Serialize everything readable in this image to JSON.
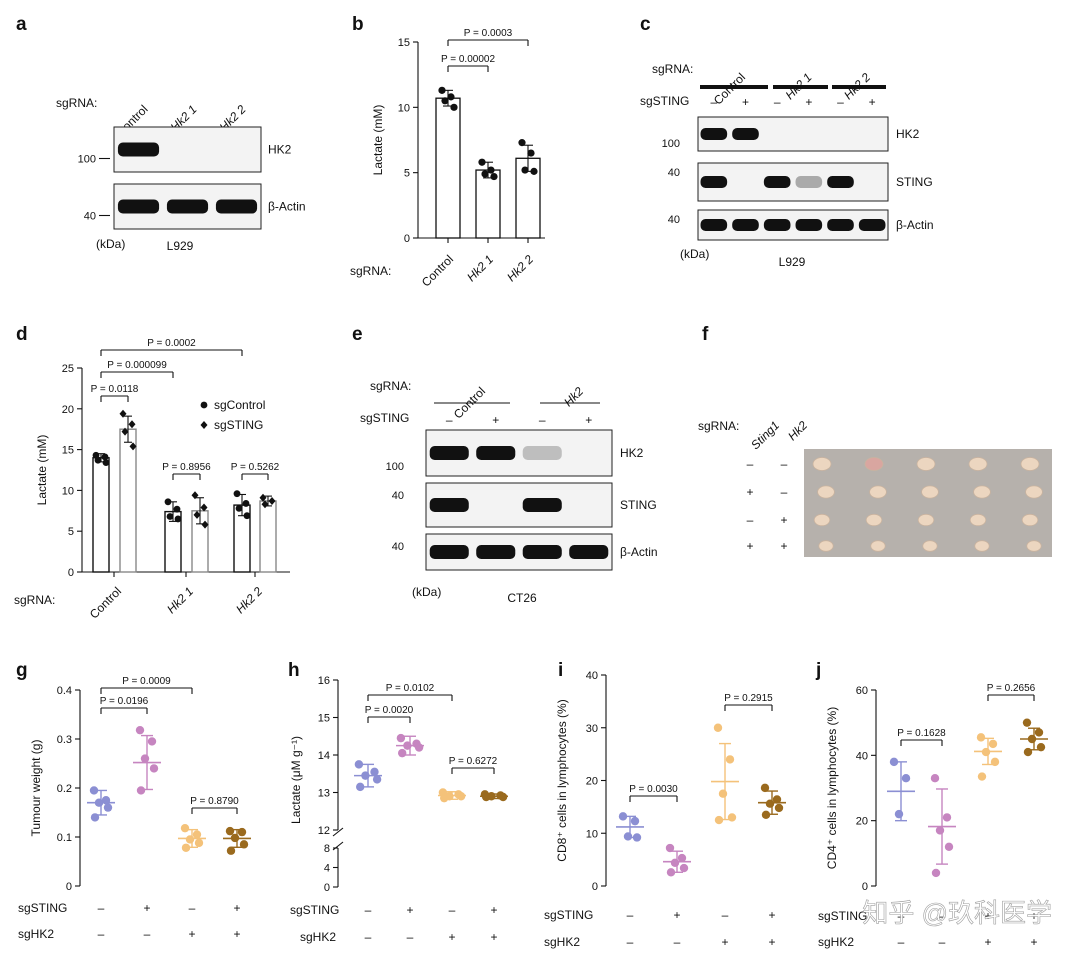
{
  "watermark": "知乎 @玖科医学",
  "chart_data": [
    {
      "panel": "a",
      "type": "blot",
      "row_label": "sgRNA:",
      "lanes": [
        {
          "text": "Control",
          "italic": false
        },
        {
          "text": "Hk2 1",
          "italic": true
        },
        {
          "text": "Hk2 2",
          "italic": true
        }
      ],
      "bands": [
        {
          "name": "HK2",
          "marker": "100",
          "intensity": [
            1,
            0,
            0
          ]
        },
        {
          "name": "β-Actin",
          "marker": "40",
          "intensity": [
            1,
            1,
            1
          ]
        }
      ],
      "unit": "(kDa)",
      "cell_line": "L929"
    },
    {
      "panel": "b",
      "type": "bar",
      "ylabel": "Lactate (mM)",
      "ylim": [
        0,
        15
      ],
      "yticks": [
        0,
        5,
        10,
        15
      ],
      "row_label": "sgRNA:",
      "categories": [
        {
          "text": "Control",
          "italic": false
        },
        {
          "text": "Hk2 1",
          "italic": true
        },
        {
          "text": "Hk2 2",
          "italic": true
        }
      ],
      "values": [
        10.7,
        5.2,
        6.1
      ],
      "errors": [
        0.6,
        0.6,
        1.0
      ],
      "points": [
        [
          11.3,
          10.8,
          10.5,
          10.0
        ],
        [
          5.8,
          5.2,
          4.9,
          4.7
        ],
        [
          7.3,
          6.5,
          5.2,
          5.1
        ]
      ],
      "comparisons": [
        {
          "from": 0,
          "to": 1,
          "text": "P = 0.00002"
        },
        {
          "from": 0,
          "to": 2,
          "text": "P = 0.0003"
        }
      ]
    },
    {
      "panel": "c",
      "type": "blot",
      "row_label": "sgRNA:",
      "row_label2": "sgSTING",
      "groups": [
        {
          "text": "Control",
          "italic": false
        },
        {
          "text": "Hk2 1",
          "italic": true
        },
        {
          "text": "Hk2 2",
          "italic": true
        }
      ],
      "sting_signs": [
        "–",
        "+",
        "–",
        "+",
        "–",
        "+"
      ],
      "bands": [
        {
          "name": "HK2",
          "marker": "100",
          "intensity": [
            1,
            1,
            0,
            0,
            0,
            0
          ]
        },
        {
          "name": "STING",
          "marker": "40",
          "intensity": [
            1,
            0,
            1,
            0.2,
            1,
            0
          ]
        },
        {
          "name": "β-Actin",
          "marker": "40",
          "intensity": [
            1,
            1,
            1,
            1,
            1,
            1
          ]
        }
      ],
      "unit": "(kDa)",
      "cell_line": "L929"
    },
    {
      "panel": "d",
      "type": "bar",
      "ylabel": "Lactate (mM)",
      "ylim": [
        0,
        25
      ],
      "yticks": [
        0,
        5,
        10,
        15,
        20,
        25
      ],
      "row_label": "sgRNA:",
      "categories": [
        {
          "text": "Control",
          "italic": false
        },
        {
          "text": "Hk2 1",
          "italic": true
        },
        {
          "text": "Hk2 2",
          "italic": true
        }
      ],
      "series": [
        {
          "name": "sgControl",
          "values": [
            14.0,
            7.4,
            8.2
          ],
          "errors": [
            0.5,
            1.2,
            1.3
          ],
          "points": [
            [
              14.3,
              14.1,
              13.7,
              13.4
            ],
            [
              8.6,
              7.7,
              6.8,
              6.5
            ],
            [
              9.6,
              8.4,
              7.8,
              6.9
            ]
          ]
        },
        {
          "name": "sgSTING",
          "values": [
            17.5,
            7.5,
            8.7
          ],
          "errors": [
            1.6,
            1.6,
            0.6
          ],
          "points": [
            [
              19.4,
              18.1,
              17.2,
              15.4
            ],
            [
              9.4,
              7.9,
              7.0,
              5.8
            ],
            [
              9.1,
              8.7,
              8.3
            ]
          ]
        }
      ],
      "comparisons": [
        {
          "from": [
            0,
            0
          ],
          "to": [
            0,
            1
          ],
          "text": "P = 0.0118"
        },
        {
          "from": [
            0,
            0
          ],
          "to": [
            1,
            0
          ],
          "text": "P = 0.000099"
        },
        {
          "from": [
            0,
            0
          ],
          "to": [
            2,
            0
          ],
          "text": "P = 0.0002"
        },
        {
          "from": [
            1,
            0
          ],
          "to": [
            1,
            1
          ],
          "text": "P = 0.8956"
        },
        {
          "from": [
            2,
            0
          ],
          "to": [
            2,
            1
          ],
          "text": "P = 0.5262"
        }
      ]
    },
    {
      "panel": "e",
      "type": "blot",
      "row_label": "sgRNA:",
      "row_label2": "sgSTING",
      "groups": [
        {
          "text": "Control",
          "italic": false
        },
        {
          "text": "Hk2",
          "italic": true
        }
      ],
      "sting_signs": [
        "–",
        "+",
        "–",
        "+"
      ],
      "bands": [
        {
          "name": "HK2",
          "marker": "100",
          "intensity": [
            1,
            1,
            0.1,
            0
          ]
        },
        {
          "name": "STING",
          "marker": "40",
          "intensity": [
            1,
            0,
            1,
            0
          ]
        },
        {
          "name": "β-Actin",
          "marker": "40",
          "intensity": [
            1,
            1,
            1,
            1
          ]
        }
      ],
      "unit": "(kDa)",
      "cell_line": "CT26"
    },
    {
      "panel": "f",
      "type": "photo",
      "row_label": "sgRNA:",
      "columns": [
        {
          "text": "Sting1",
          "italic": true
        },
        {
          "text": "Hk2",
          "italic": true
        }
      ],
      "rows": [
        [
          "–",
          "–"
        ],
        [
          "+",
          "–"
        ],
        [
          "–",
          "+"
        ],
        [
          "+",
          "+"
        ]
      ],
      "tumours_per_row": 5
    },
    {
      "panel": "g",
      "type": "scatter",
      "ylabel": "Tumour weight (g)",
      "ylim": [
        0,
        0.4
      ],
      "yticks": [
        "0",
        "0.1",
        "0.2",
        "0.3",
        "0.4"
      ],
      "row_labels": [
        "sgSTING",
        "sgHK2"
      ],
      "groups": [
        {
          "signs": [
            "–",
            "–"
          ],
          "color": "#8b8fd3",
          "mean": 0.17,
          "sd": 0.025,
          "points": [
            0.195,
            0.175,
            0.17,
            0.16,
            0.14
          ]
        },
        {
          "signs": [
            "+",
            "–"
          ],
          "color": "#c685c0",
          "mean": 0.252,
          "sd": 0.055,
          "points": [
            0.318,
            0.295,
            0.26,
            0.24,
            0.195
          ]
        },
        {
          "signs": [
            "–",
            "+"
          ],
          "color": "#f4c27a",
          "mean": 0.097,
          "sd": 0.018,
          "points": [
            0.118,
            0.105,
            0.095,
            0.088,
            0.078
          ]
        },
        {
          "signs": [
            "+",
            "+"
          ],
          "color": "#9a6a1e",
          "mean": 0.097,
          "sd": 0.018,
          "points": [
            0.112,
            0.11,
            0.098,
            0.085,
            0.072
          ]
        }
      ],
      "comparisons": [
        {
          "from": 0,
          "to": 1,
          "text": "P = 0.0196"
        },
        {
          "from": 0,
          "to": 2,
          "text": "P = 0.0009"
        },
        {
          "from": 2,
          "to": 3,
          "text": "P = 0.8790"
        }
      ]
    },
    {
      "panel": "h",
      "type": "scatter",
      "ylabel": "Lactate (μM g⁻¹)",
      "ylim": [
        0,
        16
      ],
      "axis_break": [
        8,
        12
      ],
      "yticks": [
        "0",
        "4",
        "8",
        "12",
        "13",
        "14",
        "15",
        "16"
      ],
      "row_labels": [
        "sgSTING",
        "sgHK2"
      ],
      "groups": [
        {
          "signs": [
            "–",
            "–"
          ],
          "color": "#8b8fd3",
          "mean": 13.45,
          "sd": 0.3,
          "points": [
            13.75,
            13.55,
            13.45,
            13.35,
            13.15
          ]
        },
        {
          "signs": [
            "+",
            "–"
          ],
          "color": "#c685c0",
          "mean": 14.25,
          "sd": 0.25,
          "points": [
            14.45,
            14.3,
            14.25,
            14.2,
            14.05
          ]
        },
        {
          "signs": [
            "–",
            "+"
          ],
          "color": "#f4c27a",
          "mean": 12.92,
          "sd": 0.1,
          "points": [
            13.0,
            12.95,
            12.9,
            12.9,
            12.85
          ]
        },
        {
          "signs": [
            "+",
            "+"
          ],
          "color": "#9a6a1e",
          "mean": 12.9,
          "sd": 0.06,
          "points": [
            12.95,
            12.92,
            12.9,
            12.88,
            12.88
          ]
        }
      ],
      "comparisons": [
        {
          "from": 0,
          "to": 1,
          "text": "P = 0.0020"
        },
        {
          "from": 0,
          "to": 2,
          "text": "P = 0.0102"
        },
        {
          "from": 2,
          "to": 3,
          "text": "P = 0.6272"
        }
      ]
    },
    {
      "panel": "i",
      "type": "scatter",
      "ylabel": "CD8⁺ cells in lymphocytes (%)",
      "ylim": [
        0,
        40
      ],
      "yticks": [
        "0",
        "10",
        "20",
        "30",
        "40"
      ],
      "row_labels": [
        "sgSTING",
        "sgHK2"
      ],
      "groups": [
        {
          "signs": [
            "–",
            "–"
          ],
          "color": "#8b8fd3",
          "mean": 11.2,
          "sd": 2.0,
          "points": [
            13.2,
            12.3,
            9.4,
            9.2
          ]
        },
        {
          "signs": [
            "+",
            "–"
          ],
          "color": "#c685c0",
          "mean": 4.6,
          "sd": 2.0,
          "points": [
            7.2,
            5.3,
            4.4,
            3.4,
            2.6
          ]
        },
        {
          "signs": [
            "–",
            "+"
          ],
          "color": "#f4c27a",
          "mean": 19.8,
          "sd": 7.2,
          "points": [
            30.0,
            24.0,
            17.5,
            13.0,
            12.5
          ]
        },
        {
          "signs": [
            "+",
            "+"
          ],
          "color": "#9a6a1e",
          "mean": 15.8,
          "sd": 2.2,
          "points": [
            18.6,
            16.4,
            15.6,
            14.8,
            13.5
          ]
        }
      ],
      "comparisons": [
        {
          "from": 0,
          "to": 1,
          "text": "P = 0.0030"
        },
        {
          "from": 2,
          "to": 3,
          "text": "P = 0.2915"
        }
      ]
    },
    {
      "panel": "j",
      "type": "scatter",
      "ylabel": "CD4⁺ cells in lymphocytes (%)",
      "ylim": [
        0,
        60
      ],
      "yticks": [
        "0",
        "20",
        "40",
        "60"
      ],
      "row_labels": [
        "sgSTING",
        "sgHK2"
      ],
      "groups": [
        {
          "signs": [
            "–",
            "–"
          ],
          "color": "#8b8fd3",
          "mean": 29.0,
          "sd": 9.0,
          "points": [
            38.0,
            33.0,
            22.0
          ]
        },
        {
          "signs": [
            "–",
            "–"
          ],
          "color": "#c685c0",
          "mean": 18.2,
          "sd": 11.5,
          "points": [
            33.0,
            21.0,
            17.0,
            12.0,
            4.0
          ]
        },
        {
          "signs": [
            "+",
            "+"
          ],
          "color": "#f4c27a",
          "mean": 41.2,
          "sd": 4.0,
          "points": [
            45.5,
            43.5,
            41.0,
            38.0,
            33.5
          ]
        },
        {
          "signs": [
            "+",
            "+"
          ],
          "color": "#9a6a1e",
          "mean": 45.0,
          "sd": 3.3,
          "points": [
            50.0,
            47.0,
            45.0,
            42.5,
            41.0
          ]
        }
      ],
      "comparisons": [
        {
          "from": 0,
          "to": 1,
          "text": "P = 0.1628"
        },
        {
          "from": 2,
          "to": 3,
          "text": "P = 0.2656"
        }
      ]
    }
  ]
}
